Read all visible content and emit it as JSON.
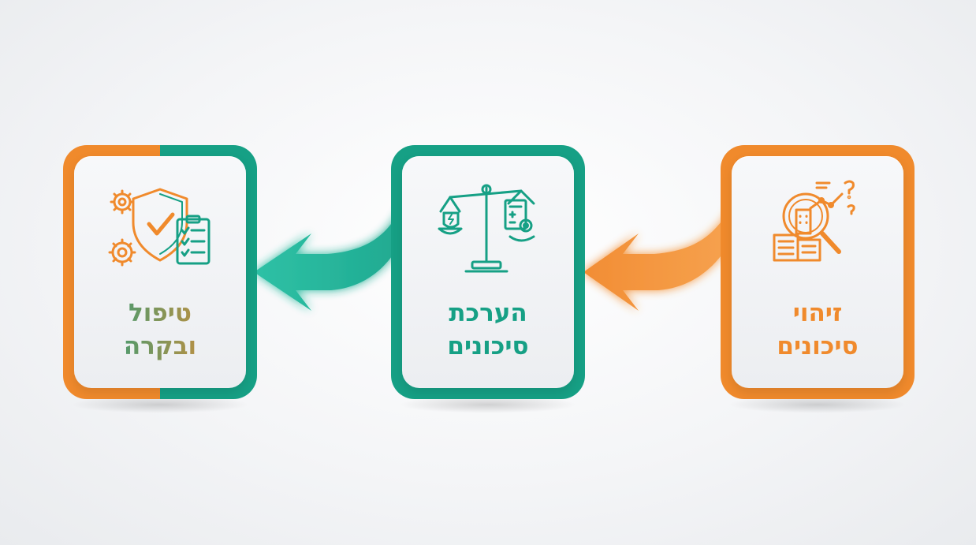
{
  "steps": [
    {
      "id": "identify",
      "line1": "זיהוי",
      "line2": "סיכונים",
      "color": "#f08a2c",
      "icon": "magnifier-building-icon"
    },
    {
      "id": "assess",
      "line1": "הערכת",
      "line2": "סיכונים",
      "color": "#16a085",
      "icon": "scale-icon"
    },
    {
      "id": "treat",
      "line1": "טיפול",
      "line2": "ובקרה",
      "color": "#f08a2c",
      "color2": "#16a085",
      "icon": "shield-check-icon"
    }
  ],
  "colors": {
    "orange": "#f08a2c",
    "teal": "#16a085"
  }
}
